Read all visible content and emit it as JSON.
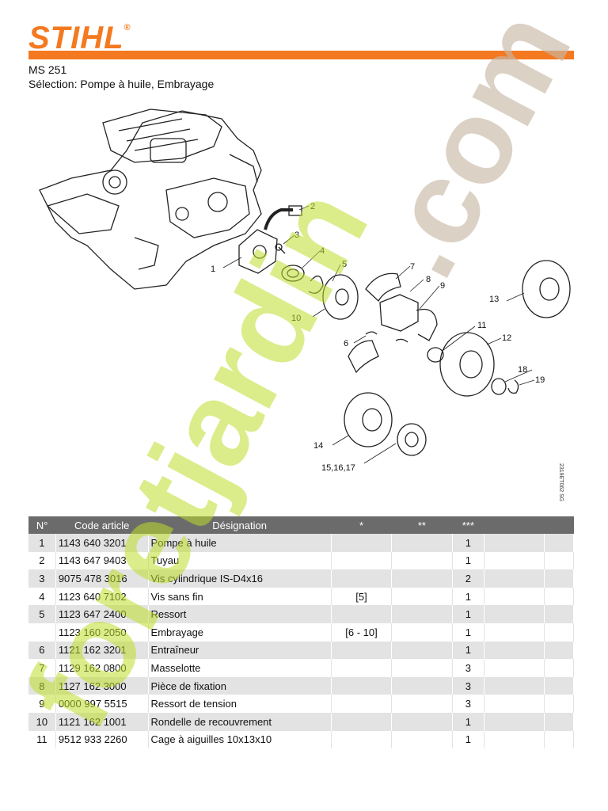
{
  "brand": {
    "logo_text": "STIHL",
    "registered": "®",
    "accent_color": "#f47920"
  },
  "header": {
    "model": "MS 251",
    "selection": "Sélection: Pompe à huile, Embrayage"
  },
  "diagram": {
    "callouts": [
      "1",
      "2",
      "3",
      "4",
      "5",
      "6",
      "7",
      "8",
      "9",
      "10",
      "11",
      "12",
      "13",
      "14",
      "15,16,17",
      "18",
      "19"
    ],
    "reference": "2319ET062 SG"
  },
  "table": {
    "headers": [
      "N°",
      "Code article",
      "Désignation",
      "*",
      "**",
      "***"
    ],
    "rows": [
      {
        "num": "1",
        "code": "1143 640 3201",
        "designation": "Pompe à huile",
        "s1": "",
        "s2": "",
        "s3": "1"
      },
      {
        "num": "2",
        "code": "1143 647 9403",
        "designation": "Tuyau",
        "s1": "",
        "s2": "",
        "s3": "1"
      },
      {
        "num": "3",
        "code": "9075 478 3016",
        "designation": "Vis cylindrique IS-D4x16",
        "s1": "",
        "s2": "",
        "s3": "2"
      },
      {
        "num": "4",
        "code": "1123 640 7102",
        "designation": "Vis sans fin",
        "s1": "[5]",
        "s2": "",
        "s3": "1"
      },
      {
        "num": "5",
        "code": "1123 647 2400",
        "designation": "Ressort",
        "s1": "",
        "s2": "",
        "s3": "1"
      },
      {
        "num": "",
        "code": "1123 160 2050",
        "designation": "Embrayage",
        "s1": "[6 - 10]",
        "s2": "",
        "s3": "1"
      },
      {
        "num": "6",
        "code": "1121 162 3201",
        "designation": "Entraîneur",
        "s1": "",
        "s2": "",
        "s3": "1"
      },
      {
        "num": "7",
        "code": "1129 162 0800",
        "designation": "Masselotte",
        "s1": "",
        "s2": "",
        "s3": "3"
      },
      {
        "num": "8",
        "code": "1127 162 3000",
        "designation": "Pièce de fixation",
        "s1": "",
        "s2": "",
        "s3": "3"
      },
      {
        "num": "9",
        "code": "0000 997 5515",
        "designation": "Ressort de tension",
        "s1": "",
        "s2": "",
        "s3": "3"
      },
      {
        "num": "10",
        "code": "1121 162 1001",
        "designation": "Rondelle de recouvrement",
        "s1": "",
        "s2": "",
        "s3": "1"
      },
      {
        "num": "11",
        "code": "9512 933 2260",
        "designation": "Cage à aiguilles 10x13x10",
        "s1": "",
        "s2": "",
        "s3": "1"
      }
    ]
  },
  "watermark": {
    "text_green": "foretjardin",
    "text_gray": ".com"
  }
}
